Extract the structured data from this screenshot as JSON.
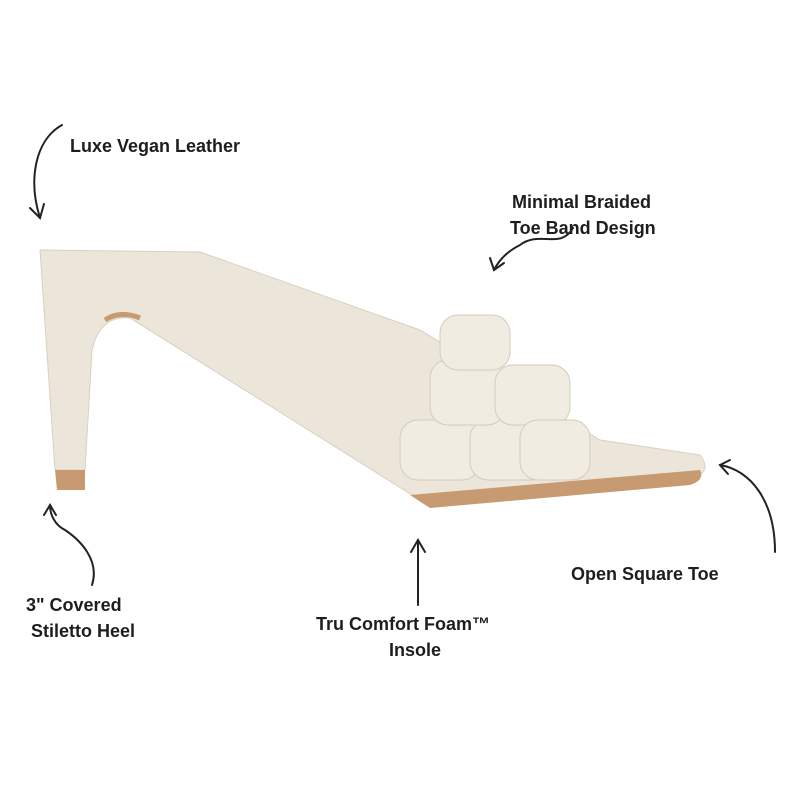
{
  "callouts": {
    "leather": "Luxe Vegan Leather",
    "band_line1": "Minimal Braided",
    "band_line2": "Toe Band Design",
    "toe": "Open Square Toe",
    "heel_line1": "3\" Covered",
    "heel_line2": "Stiletto Heel",
    "insole_line1": "Tru Comfort Foam™",
    "insole_line2": "Insole"
  },
  "colors": {
    "shoe": "#ece6da",
    "sole": "#c79a72",
    "text": "#1e1e1e"
  }
}
